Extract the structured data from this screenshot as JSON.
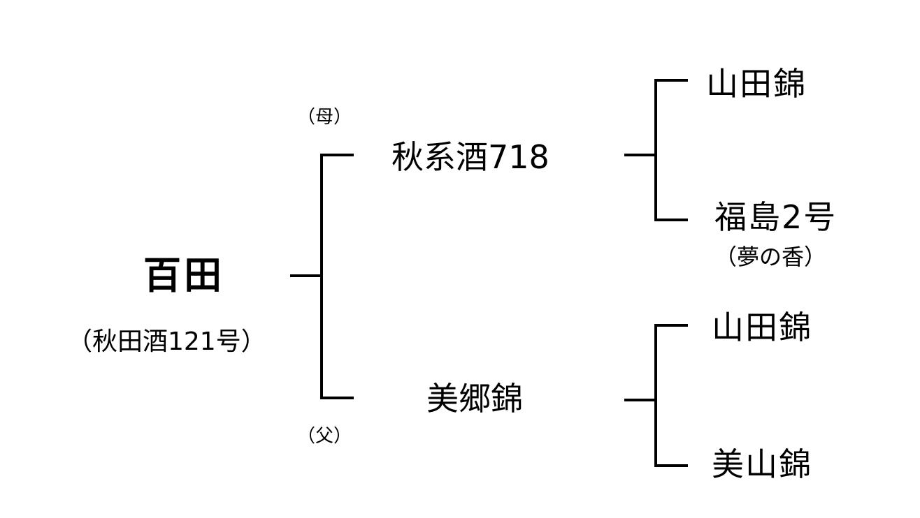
{
  "diagram": {
    "type": "pedigree",
    "root": {
      "name": "百田",
      "alias": "（秋田酒121号）"
    },
    "mother": {
      "role_label": "（母）",
      "name": "秋系酒718",
      "parents": [
        {
          "name": "山田錦",
          "alias": ""
        },
        {
          "name": "福島2号",
          "alias": "（夢の香）"
        }
      ]
    },
    "father": {
      "role_label": "（父）",
      "name": "美郷錦",
      "parents": [
        {
          "name": "山田錦",
          "alias": ""
        },
        {
          "name": "美山錦",
          "alias": ""
        }
      ]
    }
  }
}
